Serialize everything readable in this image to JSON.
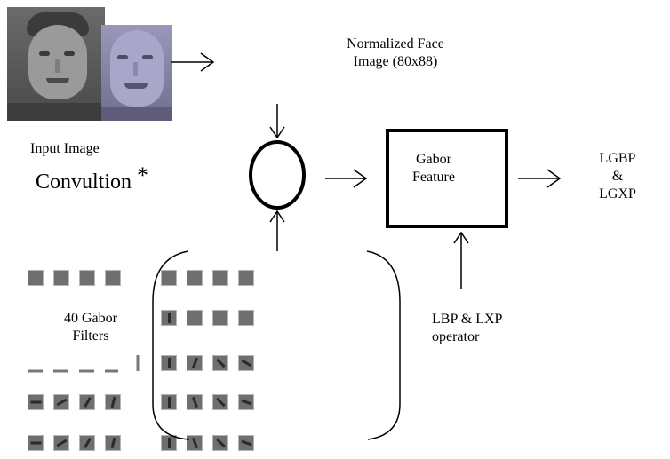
{
  "labels": {
    "normalized_face_line1": "Normalized Face",
    "normalized_face_line2": "Image (80x88)",
    "input_image": "Input Image",
    "convolution": "Convultion",
    "convolution_symbol": "*",
    "gabor_feature_line1": "Gabor",
    "gabor_feature_line2": "Feature",
    "output_line1": "LGBP",
    "output_line2": "&",
    "output_line3": "LGXP",
    "filters_line1": "40 Gabor",
    "filters_line2": "Filters",
    "operator_line1": "LBP & LXP",
    "operator_line2": "operator"
  },
  "colors": {
    "face_photo_bg": "#5a5a5a",
    "normalized_tint": "#8a86b8",
    "filter_cell": "#6f6f6f"
  }
}
